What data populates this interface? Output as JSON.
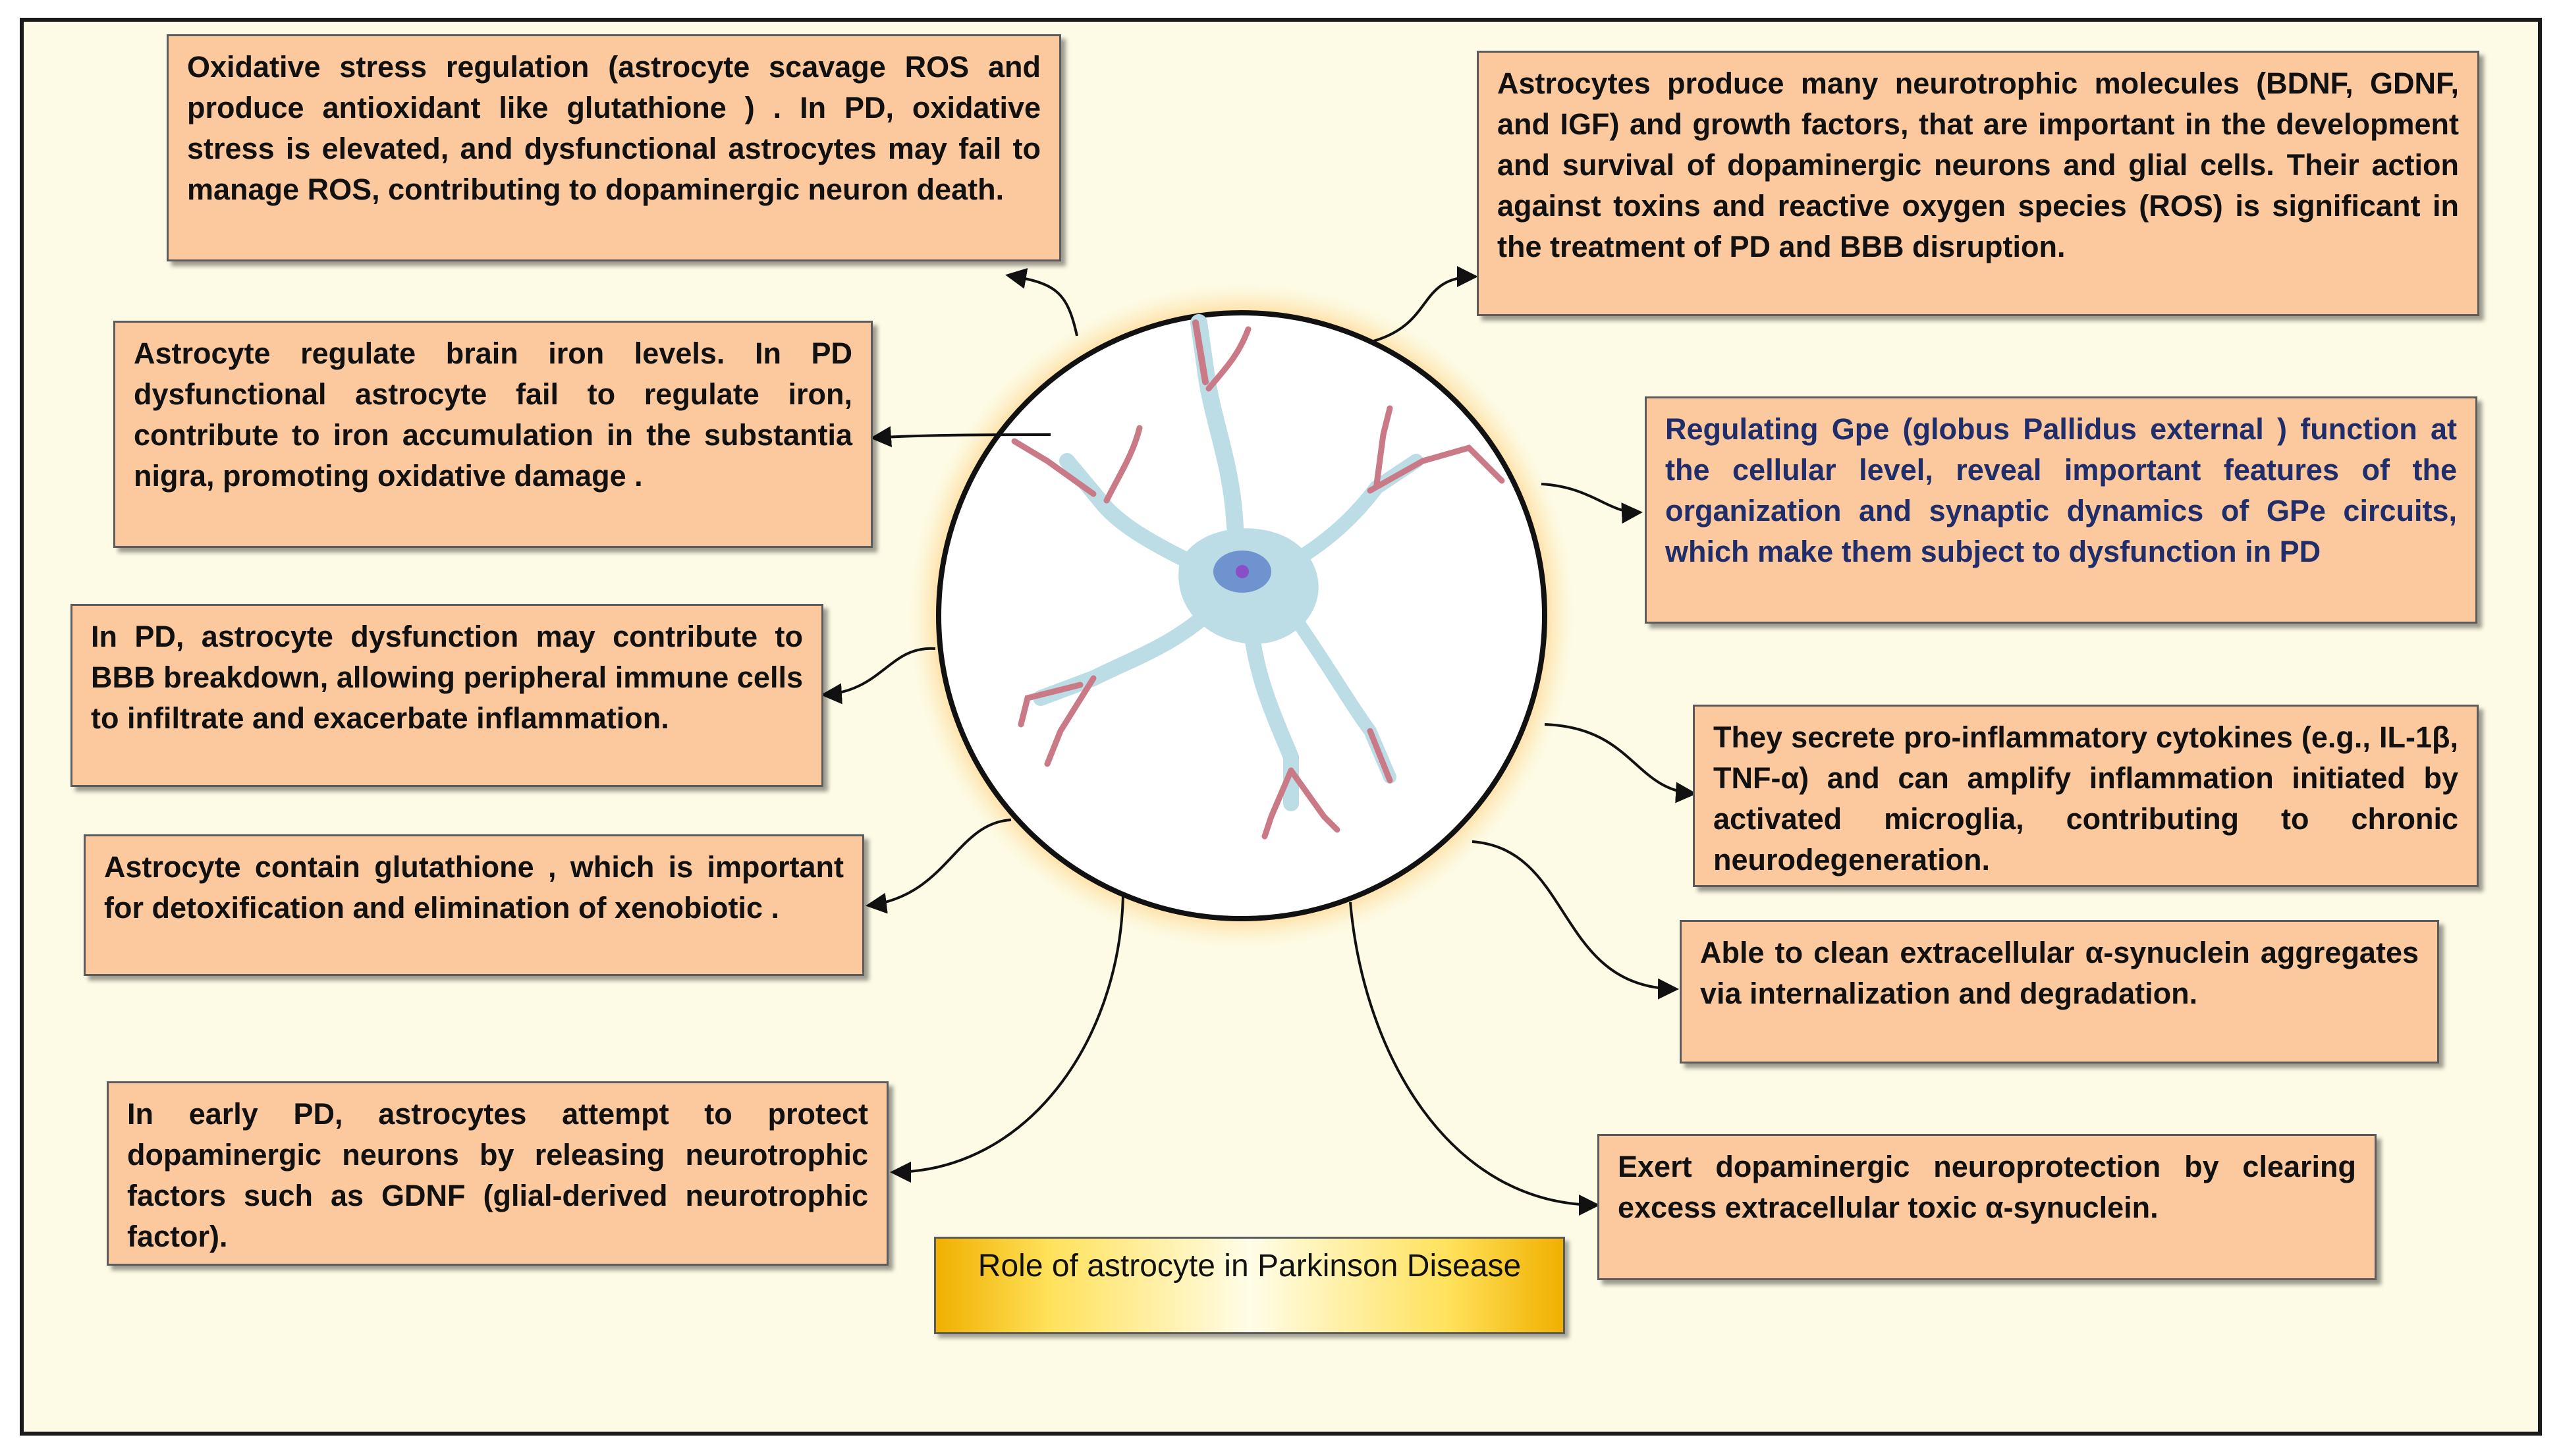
{
  "title": "Role of astrocyte in Parkinson Disease",
  "boxes": {
    "oxidative_stress": "Oxidative stress regulation (astrocyte scavage ROS and produce antioxidant like glutathione ) . In PD, oxidative stress is elevated, and dysfunctional astrocytes may fail to manage ROS, contributing to dopaminergic neuron death.",
    "iron_regulation": "Astrocyte regulate brain iron levels. In PD dysfunctional astrocyte fail to regulate iron, contribute to iron accumulation in the substantia nigra, promoting oxidative damage .",
    "bbb_breakdown": "In PD, astrocyte dysfunction may contribute to BBB breakdown, allowing peripheral immune cells to infiltrate and exacerbate inflammation.",
    "glutathione": "Astrocyte contain glutathione , which is important for detoxification and elimination of xenobiotic .",
    "early_pd": "In early PD, astrocytes attempt to protect dopaminergic neurons by releasing neurotrophic factors such as GDNF (glial-derived neurotrophic factor).",
    "neurotrophic": "Astrocytes produce many neurotrophic molecules (BDNF, GDNF, and IGF) and growth factors, that are important in the development and survival of dopaminergic neurons and glial cells. Their action against toxins and reactive oxygen species (ROS) is significant in the treatment of PD and BBB disruption.",
    "gpe": "Regulating Gpe (globus Pallidus external ) function at the cellular level, reveal important features of the organization and synaptic dynamics of GPe circuits, which make them subject to dysfunction in PD",
    "cytokines": "They secrete pro-inflammatory cytokines (e.g., IL-1β, TNF-α) and can amplify inflammation initiated by activated microglia, contributing to chronic neurodegeneration.",
    "synuclein_clean": "Able to clean extracellular α-synuclein aggregates via internalization and degradation.",
    "neuroprotection": "Exert dopaminergic neuroprotection by clearing excess extracellular toxic α-synuclein."
  },
  "colors": {
    "box_fill": "#fcc99e",
    "background": "#fdfbe6",
    "blue_text": "#1f2d6b",
    "cell_body": "#bcdde6",
    "nucleus": "#6f93cf",
    "process_tip": "#c97a86"
  }
}
